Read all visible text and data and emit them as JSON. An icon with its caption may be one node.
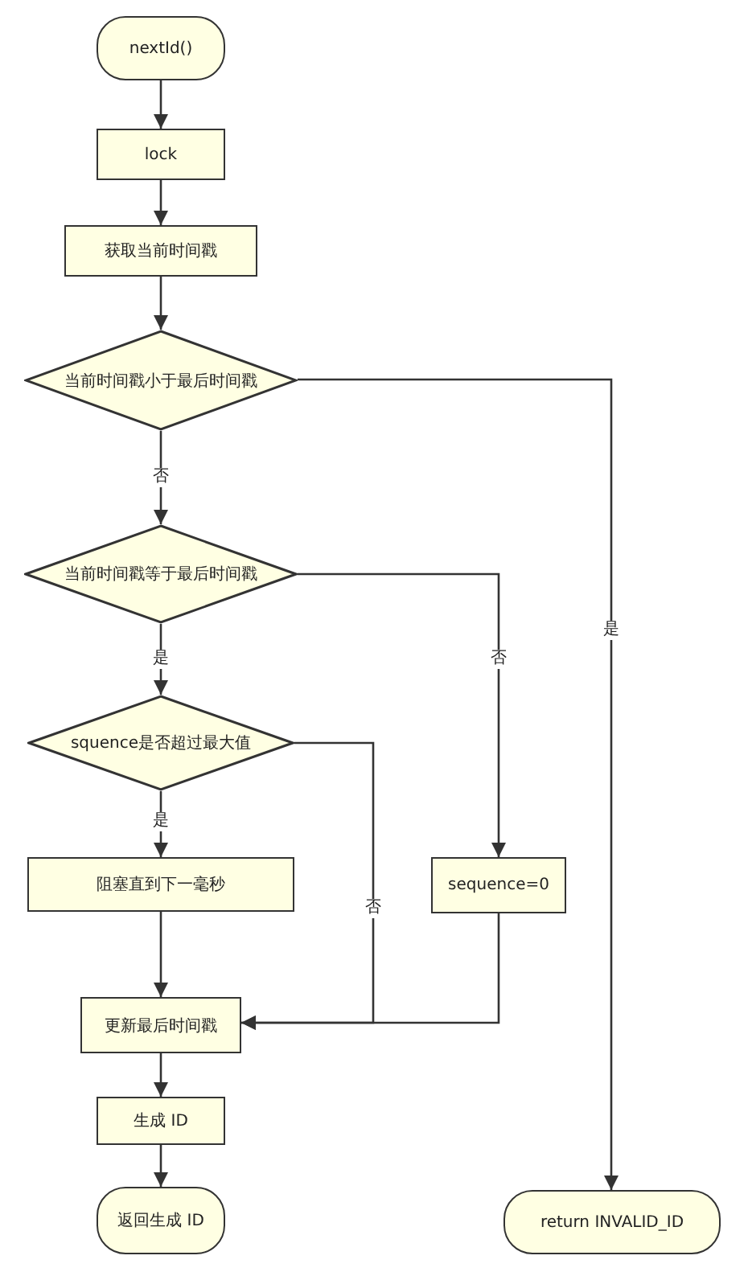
{
  "diagram": {
    "nodes": [
      {
        "text": [
          "nextId()"
        ]
      },
      {
        "text": [
          "lock"
        ]
      },
      {
        "text": [
          "获取当前时间戳"
        ]
      },
      {
        "text": [
          "当前时间戳小于最后时间戳"
        ]
      },
      {
        "text": [
          "当前时间戳等于最后时间戳"
        ]
      },
      {
        "text": [
          "squence是否超过最大值"
        ]
      },
      {
        "text": [
          "阻塞直到下一毫秒"
        ]
      },
      {
        "text": [
          "sequence=0"
        ]
      },
      {
        "text": [
          "更新最后时间戳"
        ]
      },
      {
        "text": [
          "生成 ID"
        ]
      },
      {
        "text": [
          "返回生成 ID"
        ]
      },
      {
        "text": [
          "return INVALID_ID"
        ]
      }
    ],
    "edges": [
      {
        "from": 0,
        "to": 1,
        "arrow": "to"
      },
      {
        "from": 1,
        "to": 2,
        "arrow": "to"
      },
      {
        "from": 2,
        "to": 3,
        "arrow": "to"
      },
      {
        "from": 3,
        "to": 4,
        "arrow": "to",
        "label": "否"
      },
      {
        "from": 3,
        "to": 11,
        "arrow": "to",
        "label": "是"
      },
      {
        "from": 4,
        "to": 5,
        "arrow": "to",
        "label": "是"
      },
      {
        "from": 4,
        "to": 7,
        "arrow": "to",
        "label": "否"
      },
      {
        "from": 5,
        "to": 6,
        "arrow": "to",
        "label": "是"
      },
      {
        "from": 5,
        "to": 8,
        "arrow": "to",
        "label": "否"
      },
      {
        "from": 6,
        "to": 8,
        "arrow": "to"
      },
      {
        "from": 7,
        "to": 8,
        "arrow": "to"
      },
      {
        "from": 8,
        "to": 9,
        "arrow": "to"
      },
      {
        "from": 9,
        "to": 10,
        "arrow": "to"
      }
    ]
  }
}
